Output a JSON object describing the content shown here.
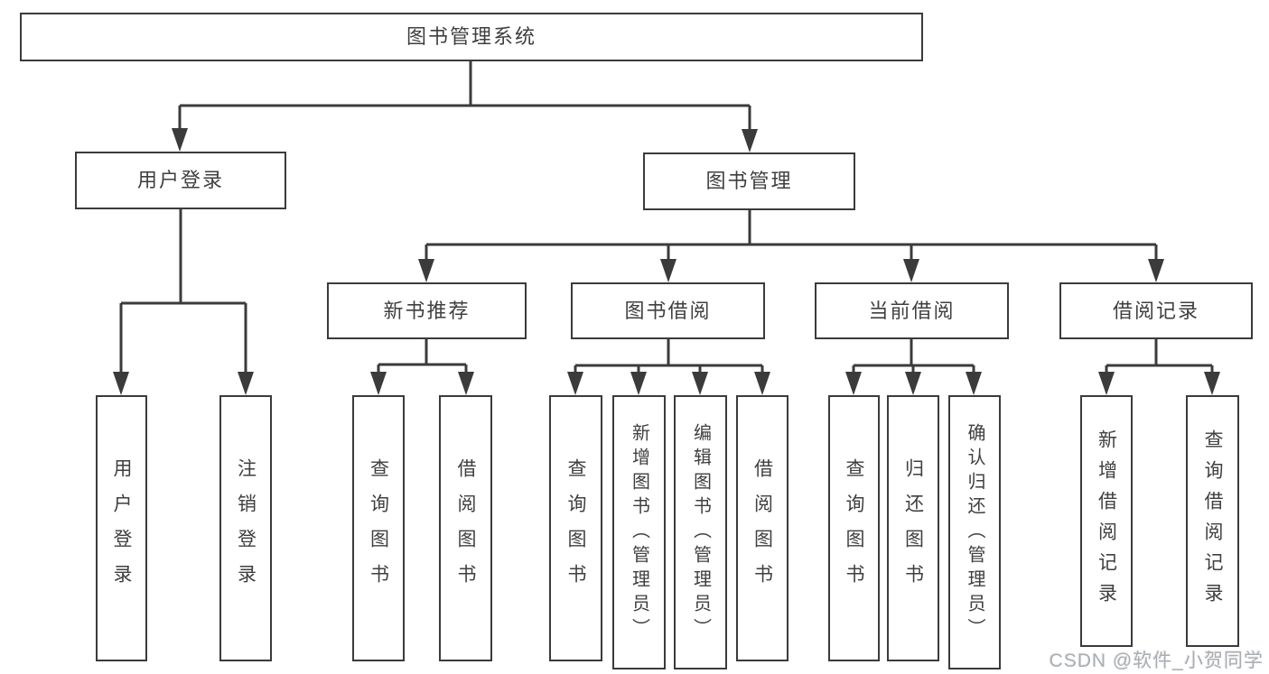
{
  "diagram": {
    "root": {
      "label": "图书管理系统"
    },
    "branches": [
      {
        "label": "用户登录",
        "children": [
          {
            "label": "用户登录"
          },
          {
            "label": "注销登录"
          }
        ]
      },
      {
        "label": "图书管理",
        "children": [
          {
            "label": "新书推荐",
            "children": [
              {
                "label": "查询图书"
              },
              {
                "label": "借阅图书"
              }
            ]
          },
          {
            "label": "图书借阅",
            "children": [
              {
                "label": "查询图书"
              },
              {
                "label": "新增图书（管理员）"
              },
              {
                "label": "编辑图书（管理员）"
              },
              {
                "label": "借阅图书"
              }
            ]
          },
          {
            "label": "当前借阅",
            "children": [
              {
                "label": "查询图书"
              },
              {
                "label": "归还图书"
              },
              {
                "label": "确认归还（管理员）"
              }
            ]
          },
          {
            "label": "借阅记录",
            "children": [
              {
                "label": "新增借阅记录"
              },
              {
                "label": "查询借阅记录"
              }
            ]
          }
        ]
      }
    ]
  },
  "watermark": {
    "text": "CSDN @软件_小贺同学"
  },
  "colors": {
    "line": "#3b3b3b",
    "text": "#3f3f3f",
    "watermark": "#a9aeb3",
    "background": "#ffffff"
  }
}
